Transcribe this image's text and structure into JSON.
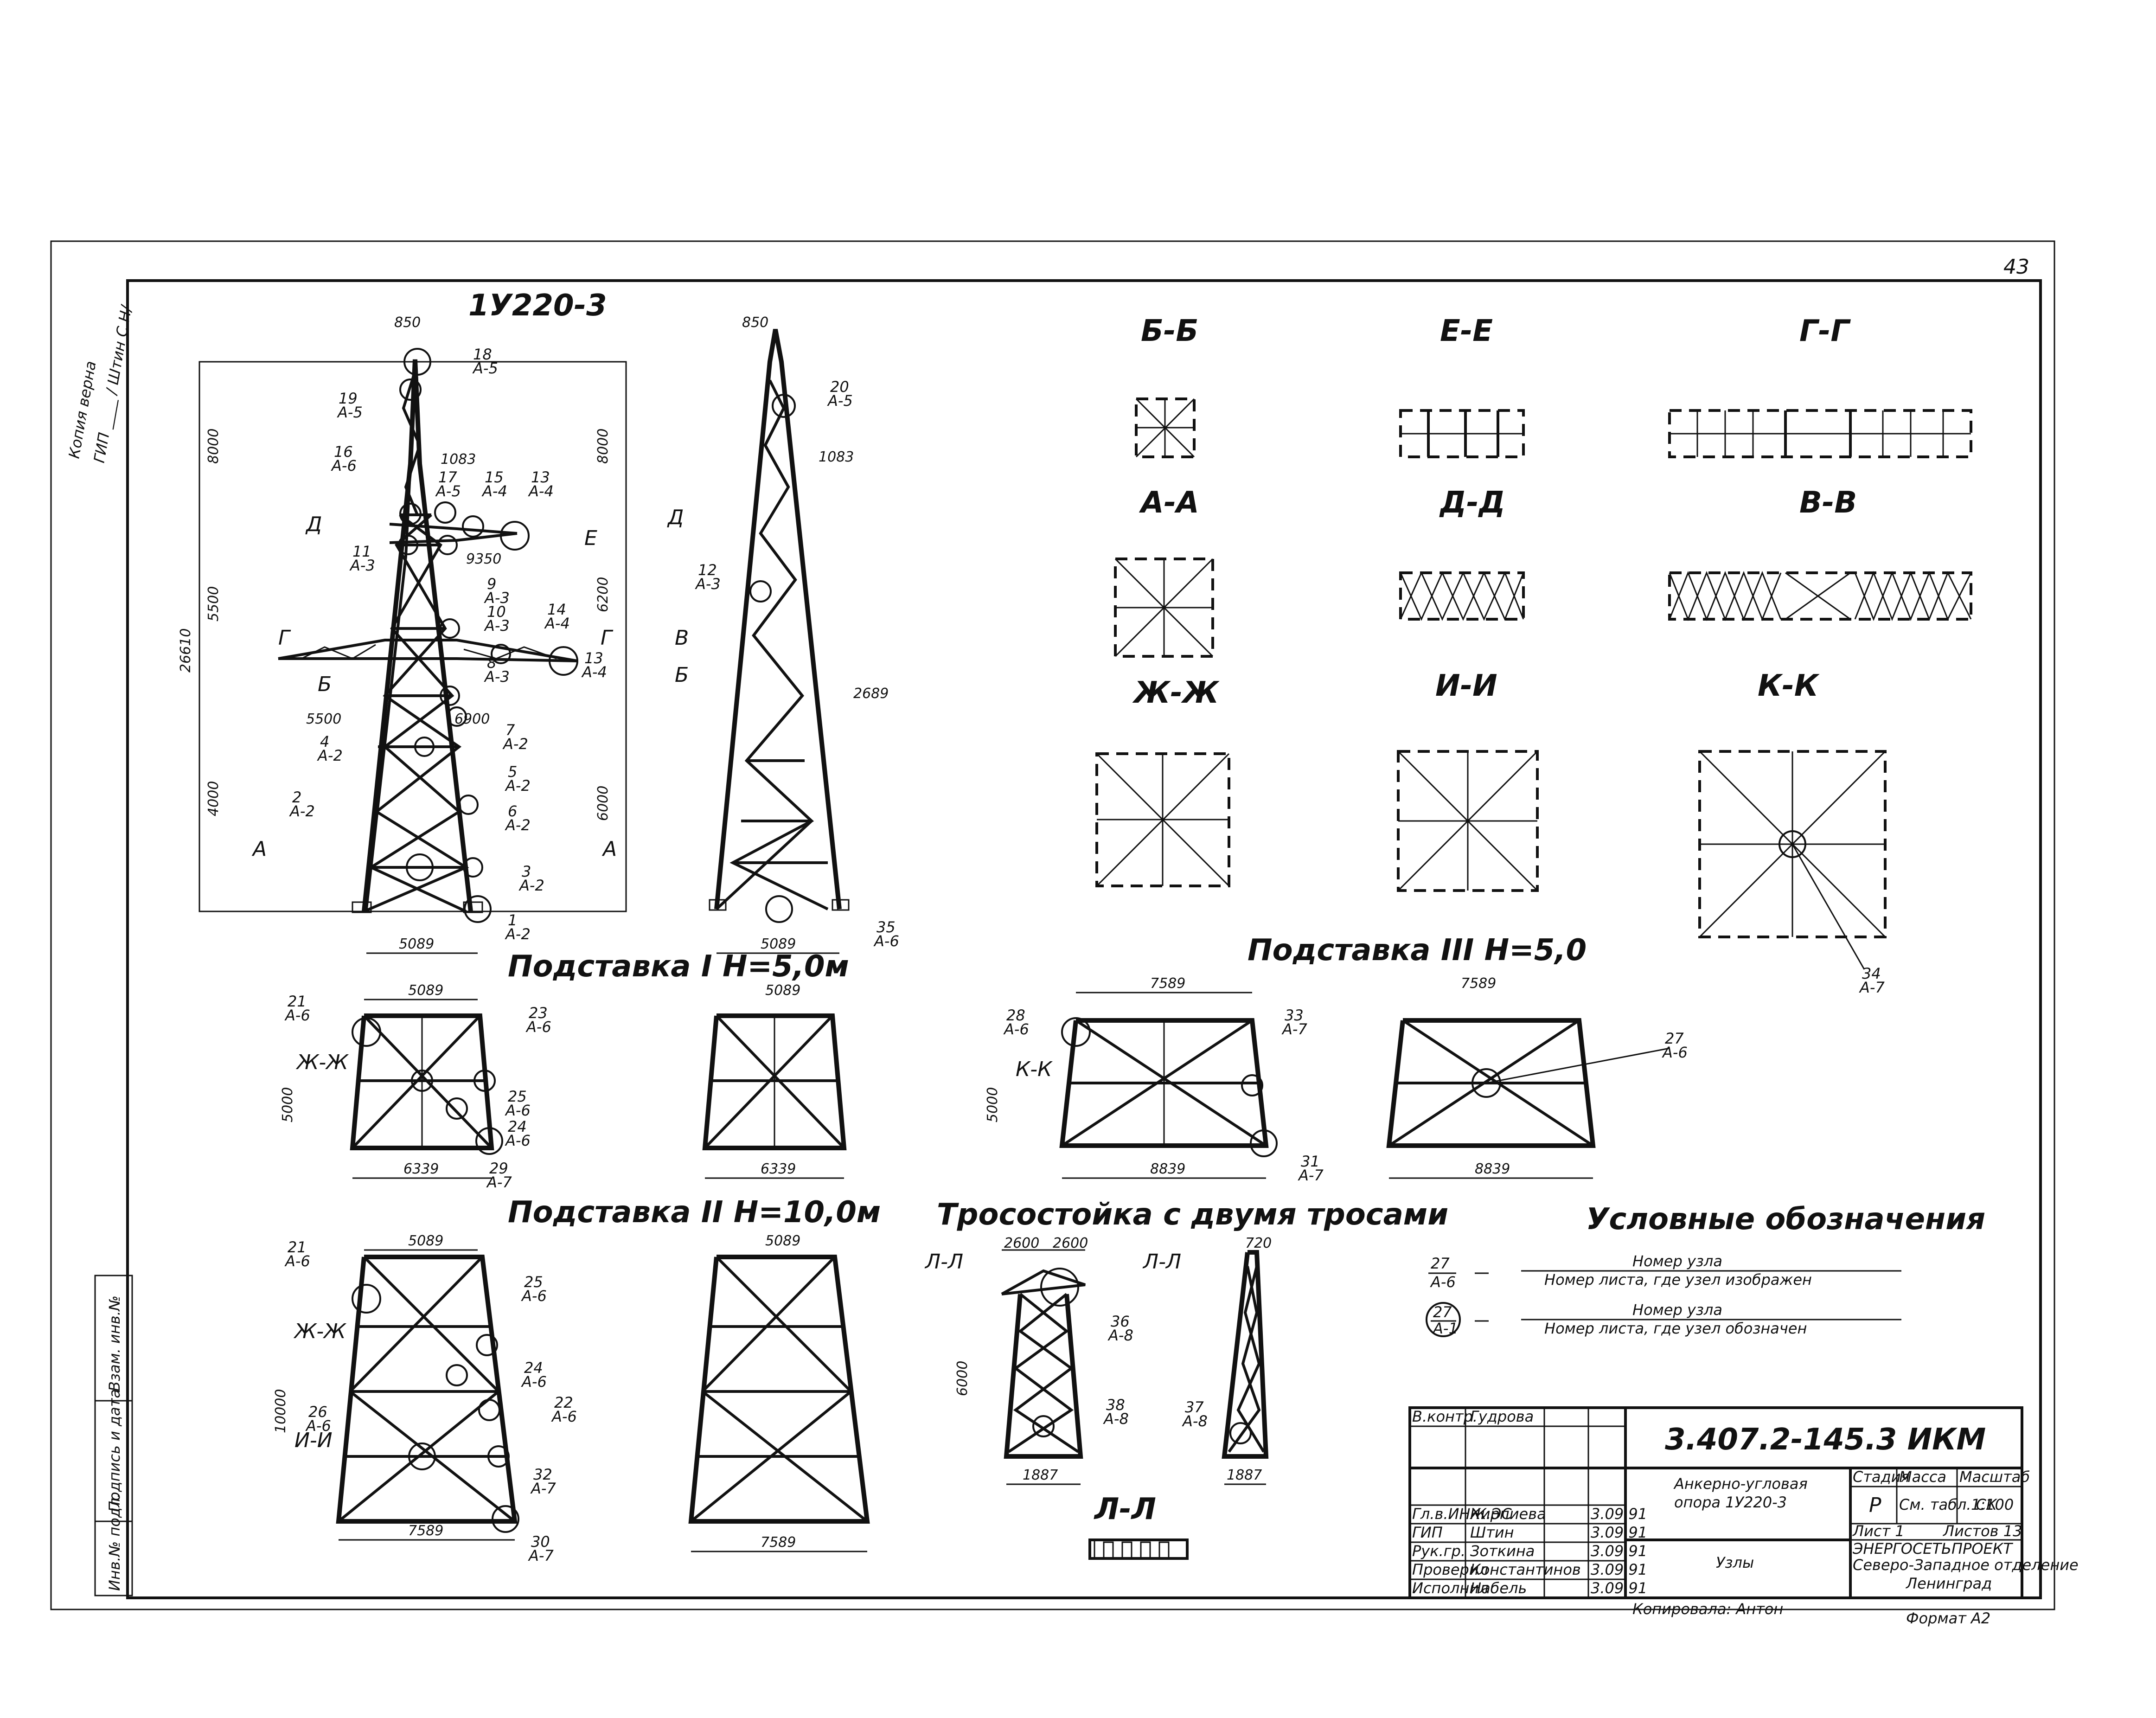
{
  "sheet_number": "43",
  "stamp_copy": "Копия верна",
  "stamp_signature": "ГИП ____ / Штин С.Н/",
  "tower": {
    "title": "1У220-3",
    "dims_top": "850",
    "dims_vertical": [
      "8000",
      "5500",
      "4000",
      "6200",
      "8000",
      "6000",
      "26610"
    ],
    "dims_arms": [
      "5500",
      "6900"
    ],
    "dims_diag": [
      "1083",
      "9350"
    ],
    "base": "5089",
    "nodes": [
      {
        "n": "18",
        "s": "А-5"
      },
      {
        "n": "19",
        "s": "А-5"
      },
      {
        "n": "16",
        "s": "А-6"
      },
      {
        "n": "17",
        "s": "А-5"
      },
      {
        "n": "15",
        "s": "А-4"
      },
      {
        "n": "13",
        "s": "А-4"
      },
      {
        "n": "11",
        "s": "А-3"
      },
      {
        "n": "9",
        "s": "А-3"
      },
      {
        "n": "10",
        "s": "А-3"
      },
      {
        "n": "14",
        "s": "А-4"
      },
      {
        "n": "8",
        "s": "А-3"
      },
      {
        "n": "7",
        "s": "А-2"
      },
      {
        "n": "4",
        "s": "А-2"
      },
      {
        "n": "5",
        "s": "А-2"
      },
      {
        "n": "6",
        "s": "А-2"
      },
      {
        "n": "2",
        "s": "А-2"
      },
      {
        "n": "3",
        "s": "А-2"
      },
      {
        "n": "1",
        "s": "А-2"
      }
    ],
    "section_letters": [
      "Д",
      "Е",
      "Г",
      "Г",
      "Б",
      "В",
      "Б",
      "Д",
      "А",
      "А"
    ]
  },
  "side_view": {
    "dims": [
      "850",
      "1083",
      "2689",
      "5089"
    ],
    "nodes": [
      {
        "n": "20",
        "s": "А-5"
      },
      {
        "n": "12",
        "s": "А-3"
      },
      {
        "n": "35",
        "s": "А-6"
      }
    ]
  },
  "sections": {
    "b": "Б-Б",
    "e": "Е-Е",
    "g": "Г-Г",
    "a": "А-А",
    "d": "Д-Д",
    "v": "В-В",
    "zh": "Ж-Ж",
    "i": "И-И",
    "k": "К-К",
    "k_node": {
      "n": "34",
      "s": "А-7"
    }
  },
  "base1": {
    "title": "Подставка I  Н=5,0м",
    "top": "5089",
    "top2": "5089",
    "height": "5000",
    "bottom": "6339",
    "bottom2": "6339",
    "nodes": [
      {
        "n": "21",
        "s": "А-6"
      },
      {
        "n": "23",
        "s": "А-6"
      },
      {
        "n": "25",
        "s": "А-6"
      },
      {
        "n": "24",
        "s": "А-6"
      },
      {
        "n": "29",
        "s": "А-7"
      }
    ]
  },
  "base3": {
    "title": "Подставка III  Н=5,0",
    "top": "7589",
    "top2": "7589",
    "height": "5000",
    "bottom": "8839",
    "bottom2": "8839",
    "nodes": [
      {
        "n": "28",
        "s": "А-6"
      },
      {
        "n": "33",
        "s": "А-7"
      },
      {
        "n": "31",
        "s": "А-7"
      },
      {
        "n": "27",
        "s": "А-6"
      }
    ]
  },
  "base2": {
    "title": "Подставка II  Н=10,0м",
    "top": "5089",
    "top2": "5089",
    "height": "10000",
    "bottom": "7589",
    "bottom2": "7589",
    "nodes": [
      {
        "n": "21",
        "s": "А-6"
      },
      {
        "n": "25",
        "s": "А-6"
      },
      {
        "n": "24",
        "s": "А-6"
      },
      {
        "n": "22",
        "s": "А-6"
      },
      {
        "n": "26",
        "s": "А-6"
      },
      {
        "n": "32",
        "s": "А-7"
      },
      {
        "n": "30",
        "s": "А-7"
      }
    ]
  },
  "cable": {
    "title": "Тросостойка с двумя тросами",
    "dims": [
      "2600",
      "2600",
      "6000",
      "1887",
      "1887",
      "720"
    ],
    "nodes": [
      {
        "n": "36",
        "s": "А-8"
      },
      {
        "n": "38",
        "s": "А-8"
      },
      {
        "n": "37",
        "s": "А-8"
      }
    ],
    "section": "Л-Л"
  },
  "legend": {
    "title": "Условные обозначения",
    "rows": [
      {
        "n": "27",
        "s": "А-6",
        "top": "Номер узла",
        "bottom": "Номер листа, где узел изображен"
      },
      {
        "n": "27",
        "s": "А-1",
        "top": "Номер узла",
        "bottom": "Номер листа, где узел обозначен"
      }
    ]
  },
  "stamp": {
    "code": "3.407.2-145.3  ИКМ",
    "title1": "Анкерно-угловая",
    "title2": "опора  1У220-3",
    "sheet_title": "Узлы",
    "stage_h": "Стадия",
    "mass_h": "Масса",
    "scale_h": "Масштаб",
    "stage": "Р",
    "mass": "См. табл. СК",
    "scale": "1:100",
    "sheet": "Лист 1",
    "sheets": "Листов 13",
    "org1": "ЭНЕРГОСЕТЬПРОЕКТ",
    "org2": "Северо-Западное отделение",
    "org3": "Ленинград",
    "format": "Формат А2",
    "copied": "Копировала: Антон",
    "people": [
      {
        "role": "В.контр.",
        "name": "Гудрова",
        "date": ""
      },
      {
        "role": "Гл.в.ИНЖ.ЭС",
        "name": "Кирпиева",
        "date": "3.09.91"
      },
      {
        "role": "ГИП",
        "name": "Штин",
        "date": "3.09.91"
      },
      {
        "role": "Рук.гр.",
        "name": "Зоткина",
        "date": "3.09.91"
      },
      {
        "role": "Проверил",
        "name": "Константинов",
        "date": "3.09.91"
      },
      {
        "role": "Исполнил",
        "name": "Набель",
        "date": "3.09.91"
      }
    ]
  },
  "margin": {
    "inv_orig": "Инв.№ подл.",
    "sign_date": "Подпись и дата",
    "inv_new": "Взам. инв.№"
  }
}
